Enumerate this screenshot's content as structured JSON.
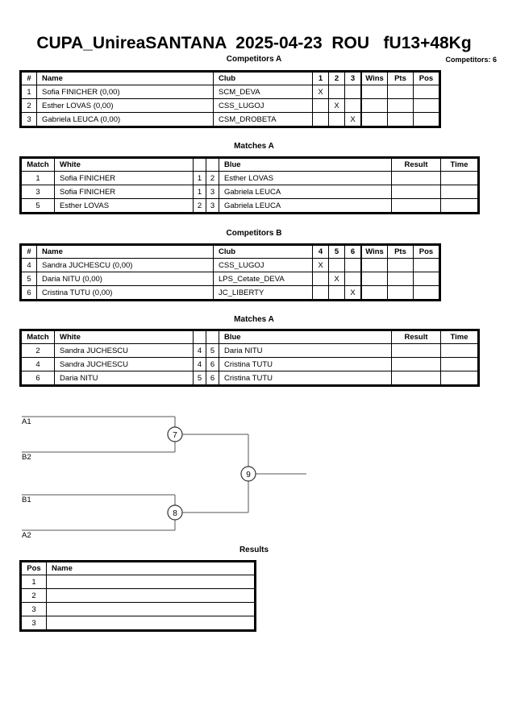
{
  "header": {
    "title": "CUPA_UnireaSANTANA  2025-04-23  ROU   fU13+48Kg",
    "competitors_count": "Competitors: 6"
  },
  "sections": {
    "competitors_a": "Competitors A",
    "matches_a1": "Matches A",
    "competitors_b": "Competitors B",
    "matches_a2": "Matches A",
    "results": "Results"
  },
  "competitors_table": {
    "headers": {
      "num": "#",
      "name": "Name",
      "club": "Club",
      "wins": "Wins",
      "pts": "Pts",
      "pos": "Pos"
    },
    "group_a": {
      "mark_headers": [
        "1",
        "2",
        "3"
      ],
      "rows": [
        {
          "num": "1",
          "name": "Sofia FINICHER  (0,00)",
          "club": "SCM_DEVA",
          "marks": [
            "X",
            "",
            ""
          ],
          "wins": "",
          "pts": "",
          "pos": ""
        },
        {
          "num": "2",
          "name": "Esther LOVAS  (0,00)",
          "club": "CSS_LUGOJ",
          "marks": [
            "",
            "X",
            ""
          ],
          "wins": "",
          "pts": "",
          "pos": ""
        },
        {
          "num": "3",
          "name": "Gabriela LEUCA  (0,00)",
          "club": "CSM_DROBETA",
          "marks": [
            "",
            "",
            "X"
          ],
          "wins": "",
          "pts": "",
          "pos": ""
        }
      ]
    },
    "group_b": {
      "mark_headers": [
        "4",
        "5",
        "6"
      ],
      "rows": [
        {
          "num": "4",
          "name": "Sandra JUCHESCU  (0,00)",
          "club": "CSS_LUGOJ",
          "marks": [
            "X",
            "",
            ""
          ],
          "wins": "",
          "pts": "",
          "pos": ""
        },
        {
          "num": "5",
          "name": "Daria NITU  (0,00)",
          "club": "LPS_Cetate_DEVA",
          "marks": [
            "",
            "X",
            ""
          ],
          "wins": "",
          "pts": "",
          "pos": ""
        },
        {
          "num": "6",
          "name": "Cristina TUTU  (0,00)",
          "club": "JC_LIBERTY",
          "marks": [
            "",
            "",
            "X"
          ],
          "wins": "",
          "pts": "",
          "pos": ""
        }
      ]
    }
  },
  "matches_table": {
    "headers": {
      "match": "Match",
      "white": "White",
      "blue": "Blue",
      "result": "Result",
      "time": "Time"
    },
    "group_a": [
      {
        "match": "1",
        "white": "Sofia FINICHER",
        "white_num": "1",
        "blue_num": "2",
        "blue": "Esther LOVAS",
        "result": "",
        "time": ""
      },
      {
        "match": "3",
        "white": "Sofia FINICHER",
        "white_num": "1",
        "blue_num": "3",
        "blue": "Gabriela LEUCA",
        "result": "",
        "time": ""
      },
      {
        "match": "5",
        "white": "Esther LOVAS",
        "white_num": "2",
        "blue_num": "3",
        "blue": "Gabriela LEUCA",
        "result": "",
        "time": ""
      }
    ],
    "group_b": [
      {
        "match": "2",
        "white": "Sandra JUCHESCU",
        "white_num": "4",
        "blue_num": "5",
        "blue": "Daria NITU",
        "result": "",
        "time": ""
      },
      {
        "match": "4",
        "white": "Sandra JUCHESCU",
        "white_num": "4",
        "blue_num": "6",
        "blue": "Cristina TUTU",
        "result": "",
        "time": ""
      },
      {
        "match": "6",
        "white": "Daria NITU",
        "white_num": "5",
        "blue_num": "6",
        "blue": "Cristina TUTU",
        "result": "",
        "time": ""
      }
    ]
  },
  "bracket": {
    "seeds": {
      "top_upper": "A1",
      "top_lower": "B2",
      "bottom_upper": "B1",
      "bottom_lower": "A2"
    },
    "nodes": {
      "semi_top": "7",
      "semi_bottom": "8",
      "final": "9"
    }
  },
  "results_table": {
    "headers": {
      "pos": "Pos",
      "name": "Name"
    },
    "rows": [
      {
        "pos": "1",
        "name": ""
      },
      {
        "pos": "2",
        "name": ""
      },
      {
        "pos": "3",
        "name": ""
      },
      {
        "pos": "3",
        "name": ""
      }
    ]
  }
}
